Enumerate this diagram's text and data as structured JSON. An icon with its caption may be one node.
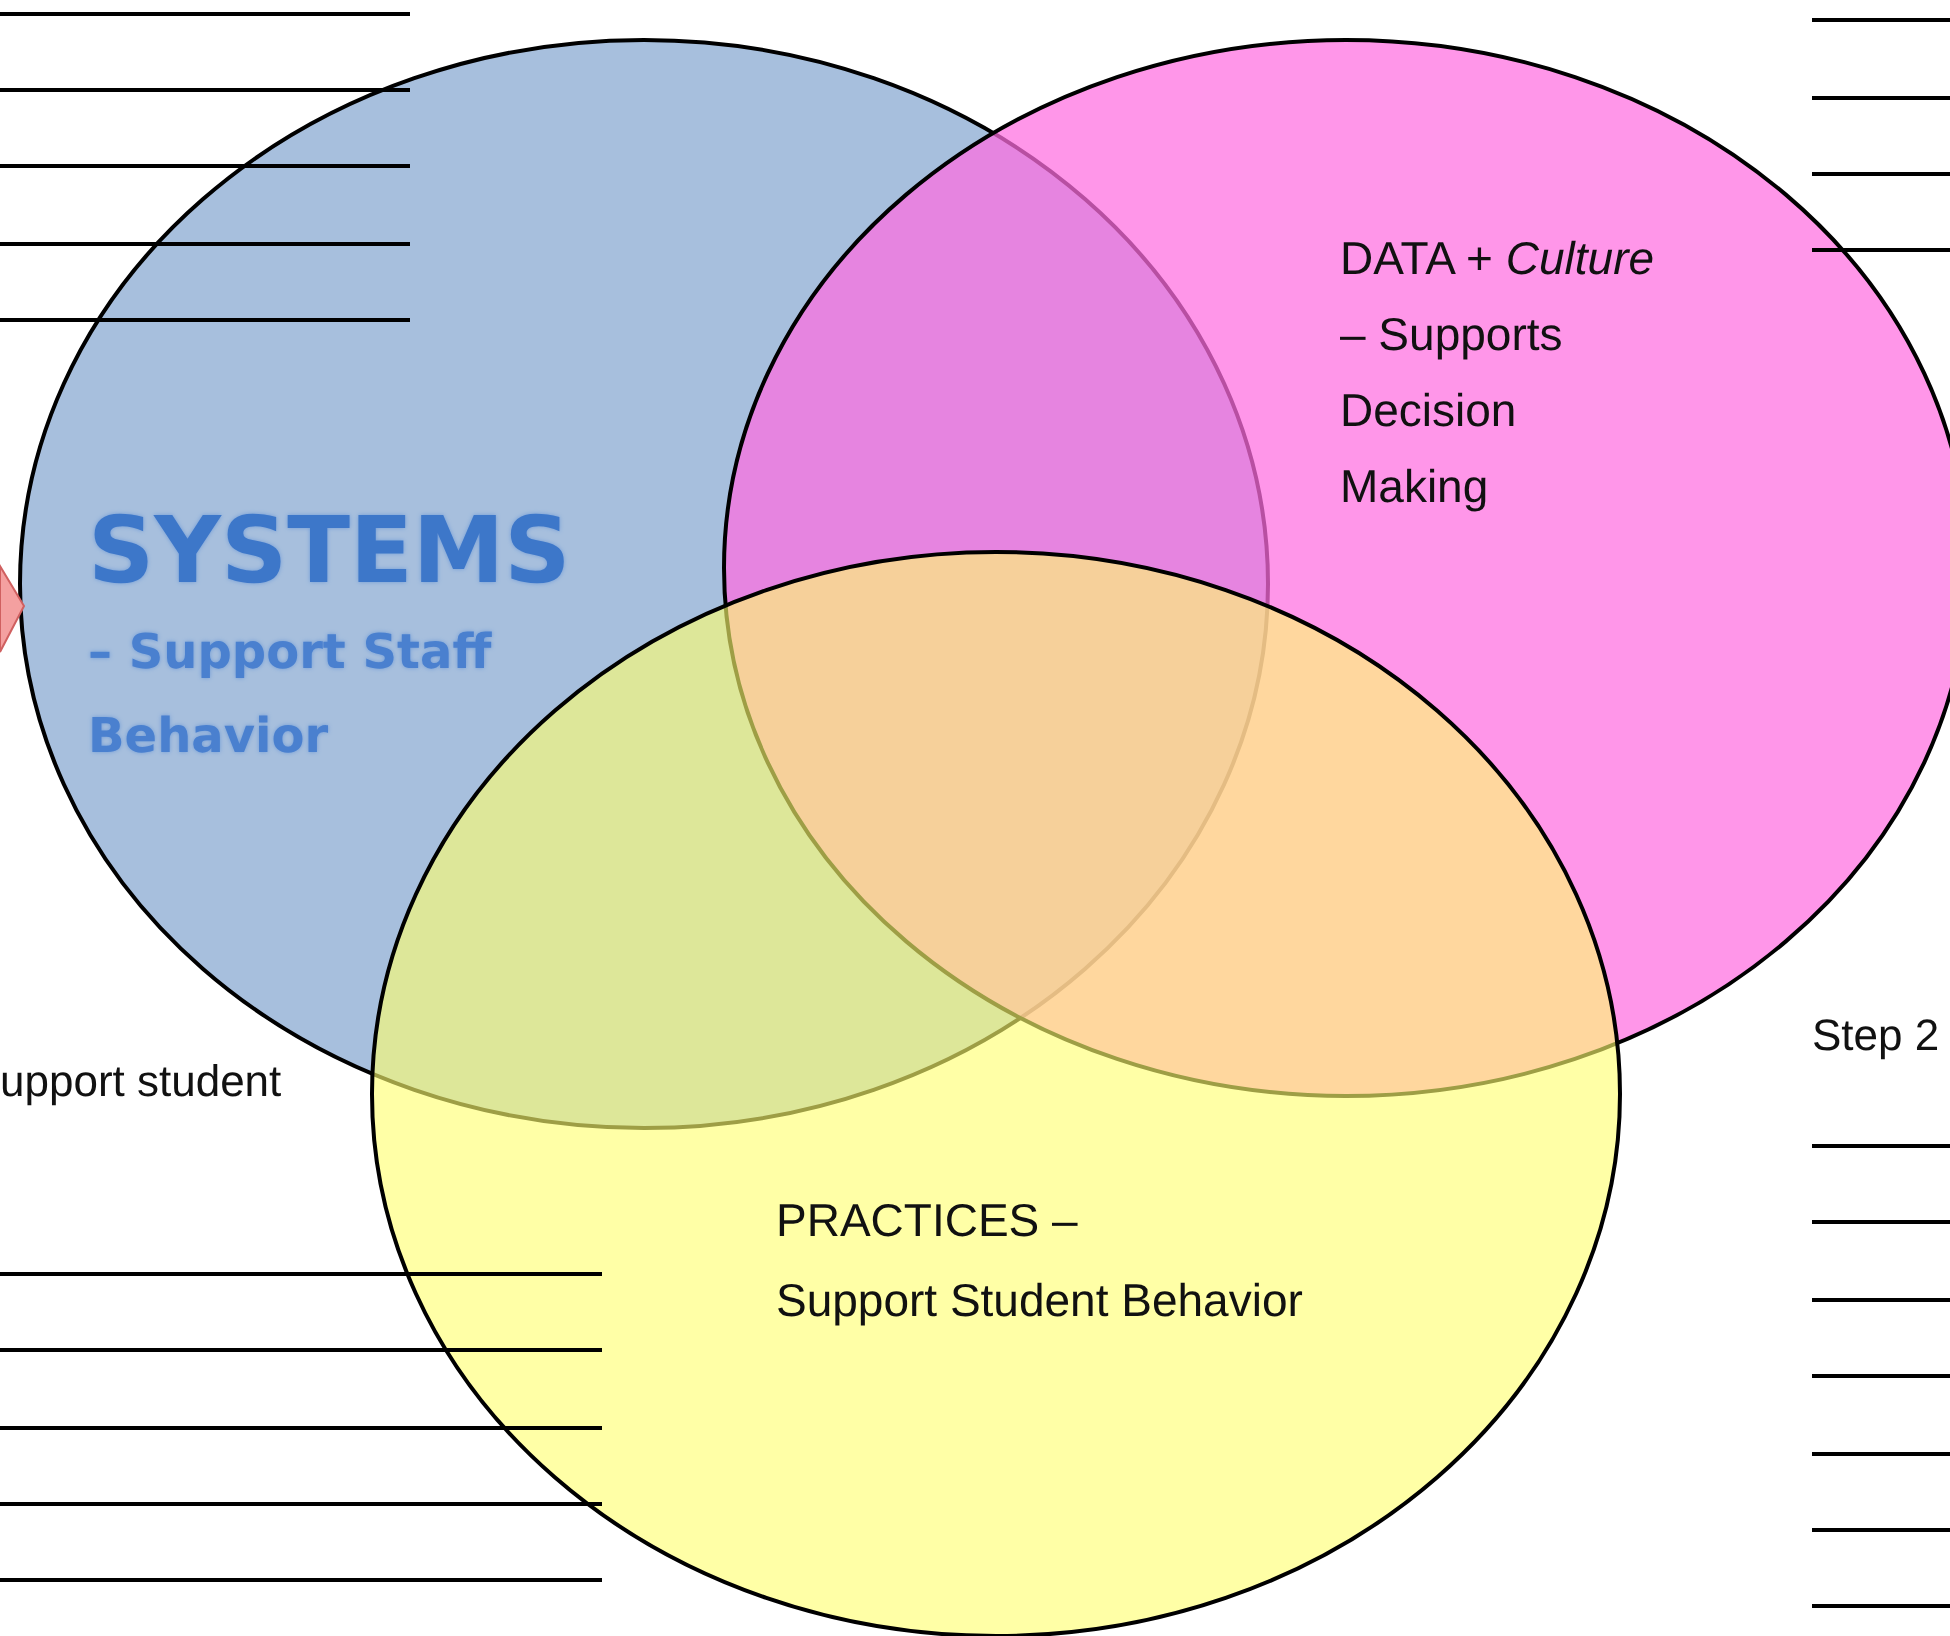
{
  "diagram": {
    "nodes": [
      {
        "text": [
          "SYSTEMS",
          "– Support Staff Behavior"
        ]
      },
      {
        "text": [
          "DATA + *Culture* – Supports Decision Making"
        ]
      },
      {
        "text": [
          "PRACTICES –",
          "Support Student Behavior"
        ]
      }
    ],
    "labels": [
      "upport student",
      "Step 2"
    ]
  }
}
